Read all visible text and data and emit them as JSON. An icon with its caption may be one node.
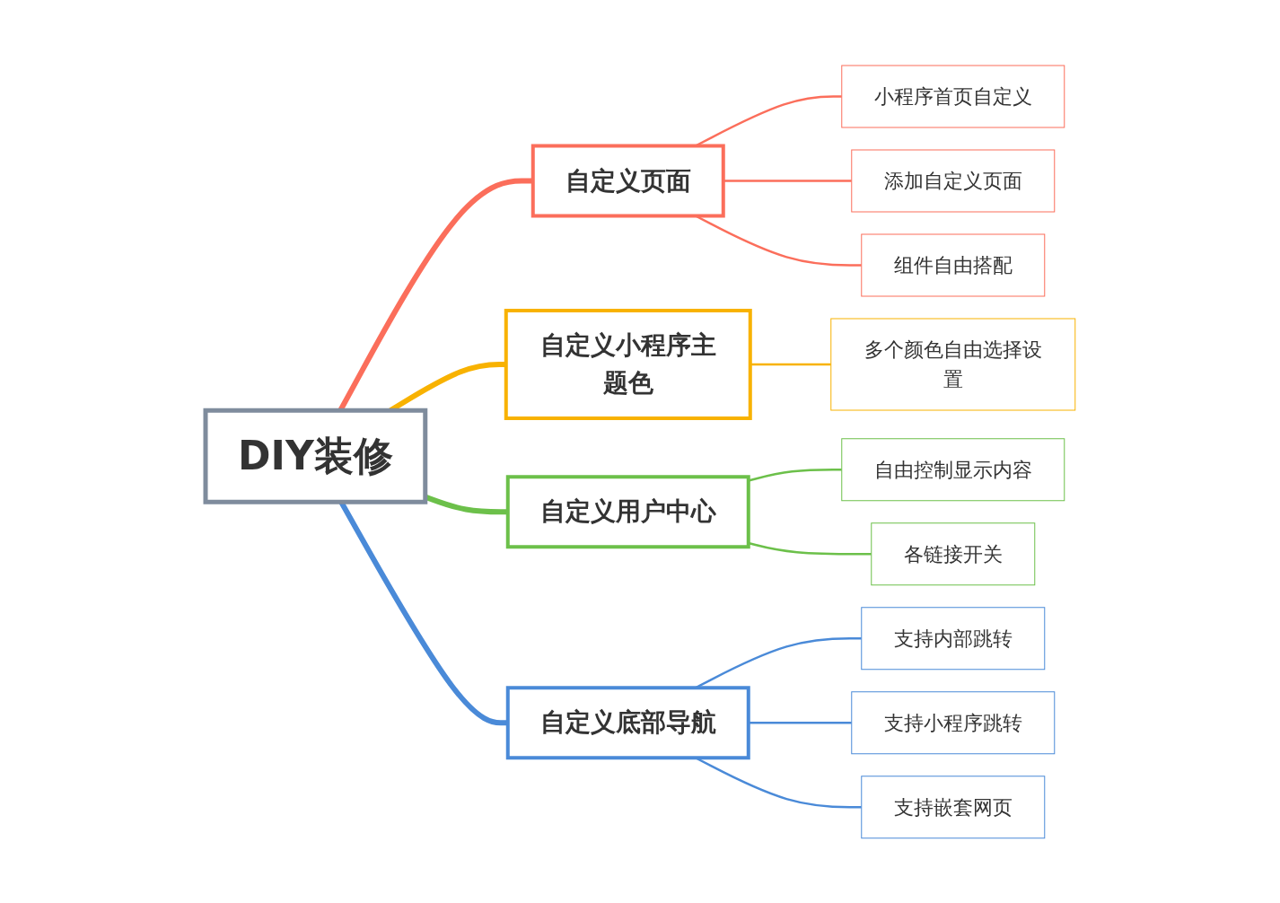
{
  "diagram": {
    "nodes": [
      {
        "text": [
          "DIY装修"
        ]
      },
      {
        "text": [
          "自定义页面"
        ]
      },
      {
        "text": [
          "小程序首页自定义"
        ]
      },
      {
        "text": [
          "添加自定义页面"
        ]
      },
      {
        "text": [
          "组件自由搭配"
        ]
      },
      {
        "text": [
          "自定义小程序主题色"
        ]
      },
      {
        "text": [
          "多个颜色自由选择设置"
        ]
      },
      {
        "text": [
          "自定义用户中心"
        ]
      },
      {
        "text": [
          "自由控制显示内容"
        ]
      },
      {
        "text": [
          "各链接开关"
        ]
      },
      {
        "text": [
          "自定义底部导航"
        ]
      },
      {
        "text": [
          "支持内部跳转"
        ]
      },
      {
        "text": [
          "支持小程序跳转"
        ]
      },
      {
        "text": [
          "支持嵌套网页"
        ]
      }
    ],
    "edges": [
      {
        "from": 0,
        "to": 1,
        "arrow": "none",
        "style": "thick",
        "color": "#fb6e5b"
      },
      {
        "from": 1,
        "to": 2,
        "arrow": "none",
        "color": "#fb6e5b"
      },
      {
        "from": 1,
        "to": 3,
        "arrow": "none",
        "color": "#fb6e5b"
      },
      {
        "from": 1,
        "to": 4,
        "arrow": "none",
        "color": "#fb6e5b"
      },
      {
        "from": 0,
        "to": 5,
        "arrow": "none",
        "style": "thick",
        "color": "#f8b200"
      },
      {
        "from": 5,
        "to": 6,
        "arrow": "none",
        "color": "#f8b200"
      },
      {
        "from": 0,
        "to": 7,
        "arrow": "none",
        "style": "thick",
        "color": "#6cc04a"
      },
      {
        "from": 7,
        "to": 8,
        "arrow": "none",
        "color": "#6cc04a"
      },
      {
        "from": 7,
        "to": 9,
        "arrow": "none",
        "color": "#6cc04a"
      },
      {
        "from": 0,
        "to": 10,
        "arrow": "none",
        "style": "thick",
        "color": "#4a8ad8"
      },
      {
        "from": 10,
        "to": 11,
        "arrow": "none",
        "color": "#4a8ad8"
      },
      {
        "from": 10,
        "to": 12,
        "arrow": "none",
        "color": "#4a8ad8"
      },
      {
        "from": 10,
        "to": 13,
        "arrow": "none",
        "color": "#4a8ad8"
      }
    ]
  }
}
